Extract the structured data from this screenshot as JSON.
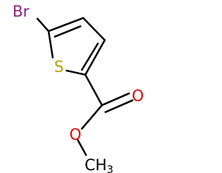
{
  "molecule": {
    "atoms": {
      "br": {
        "symbol": "Br",
        "color": "#8b2286"
      },
      "s": {
        "symbol": "S",
        "color": "#b8a000"
      },
      "o_carbonyl": {
        "symbol": "O",
        "color": "#e00000"
      },
      "o_ester": {
        "symbol": "O",
        "color": "#e00000"
      },
      "methyl": {
        "symbol": "CH",
        "subscript": "3",
        "color": "#000000"
      }
    },
    "bond_color": "#000000"
  }
}
